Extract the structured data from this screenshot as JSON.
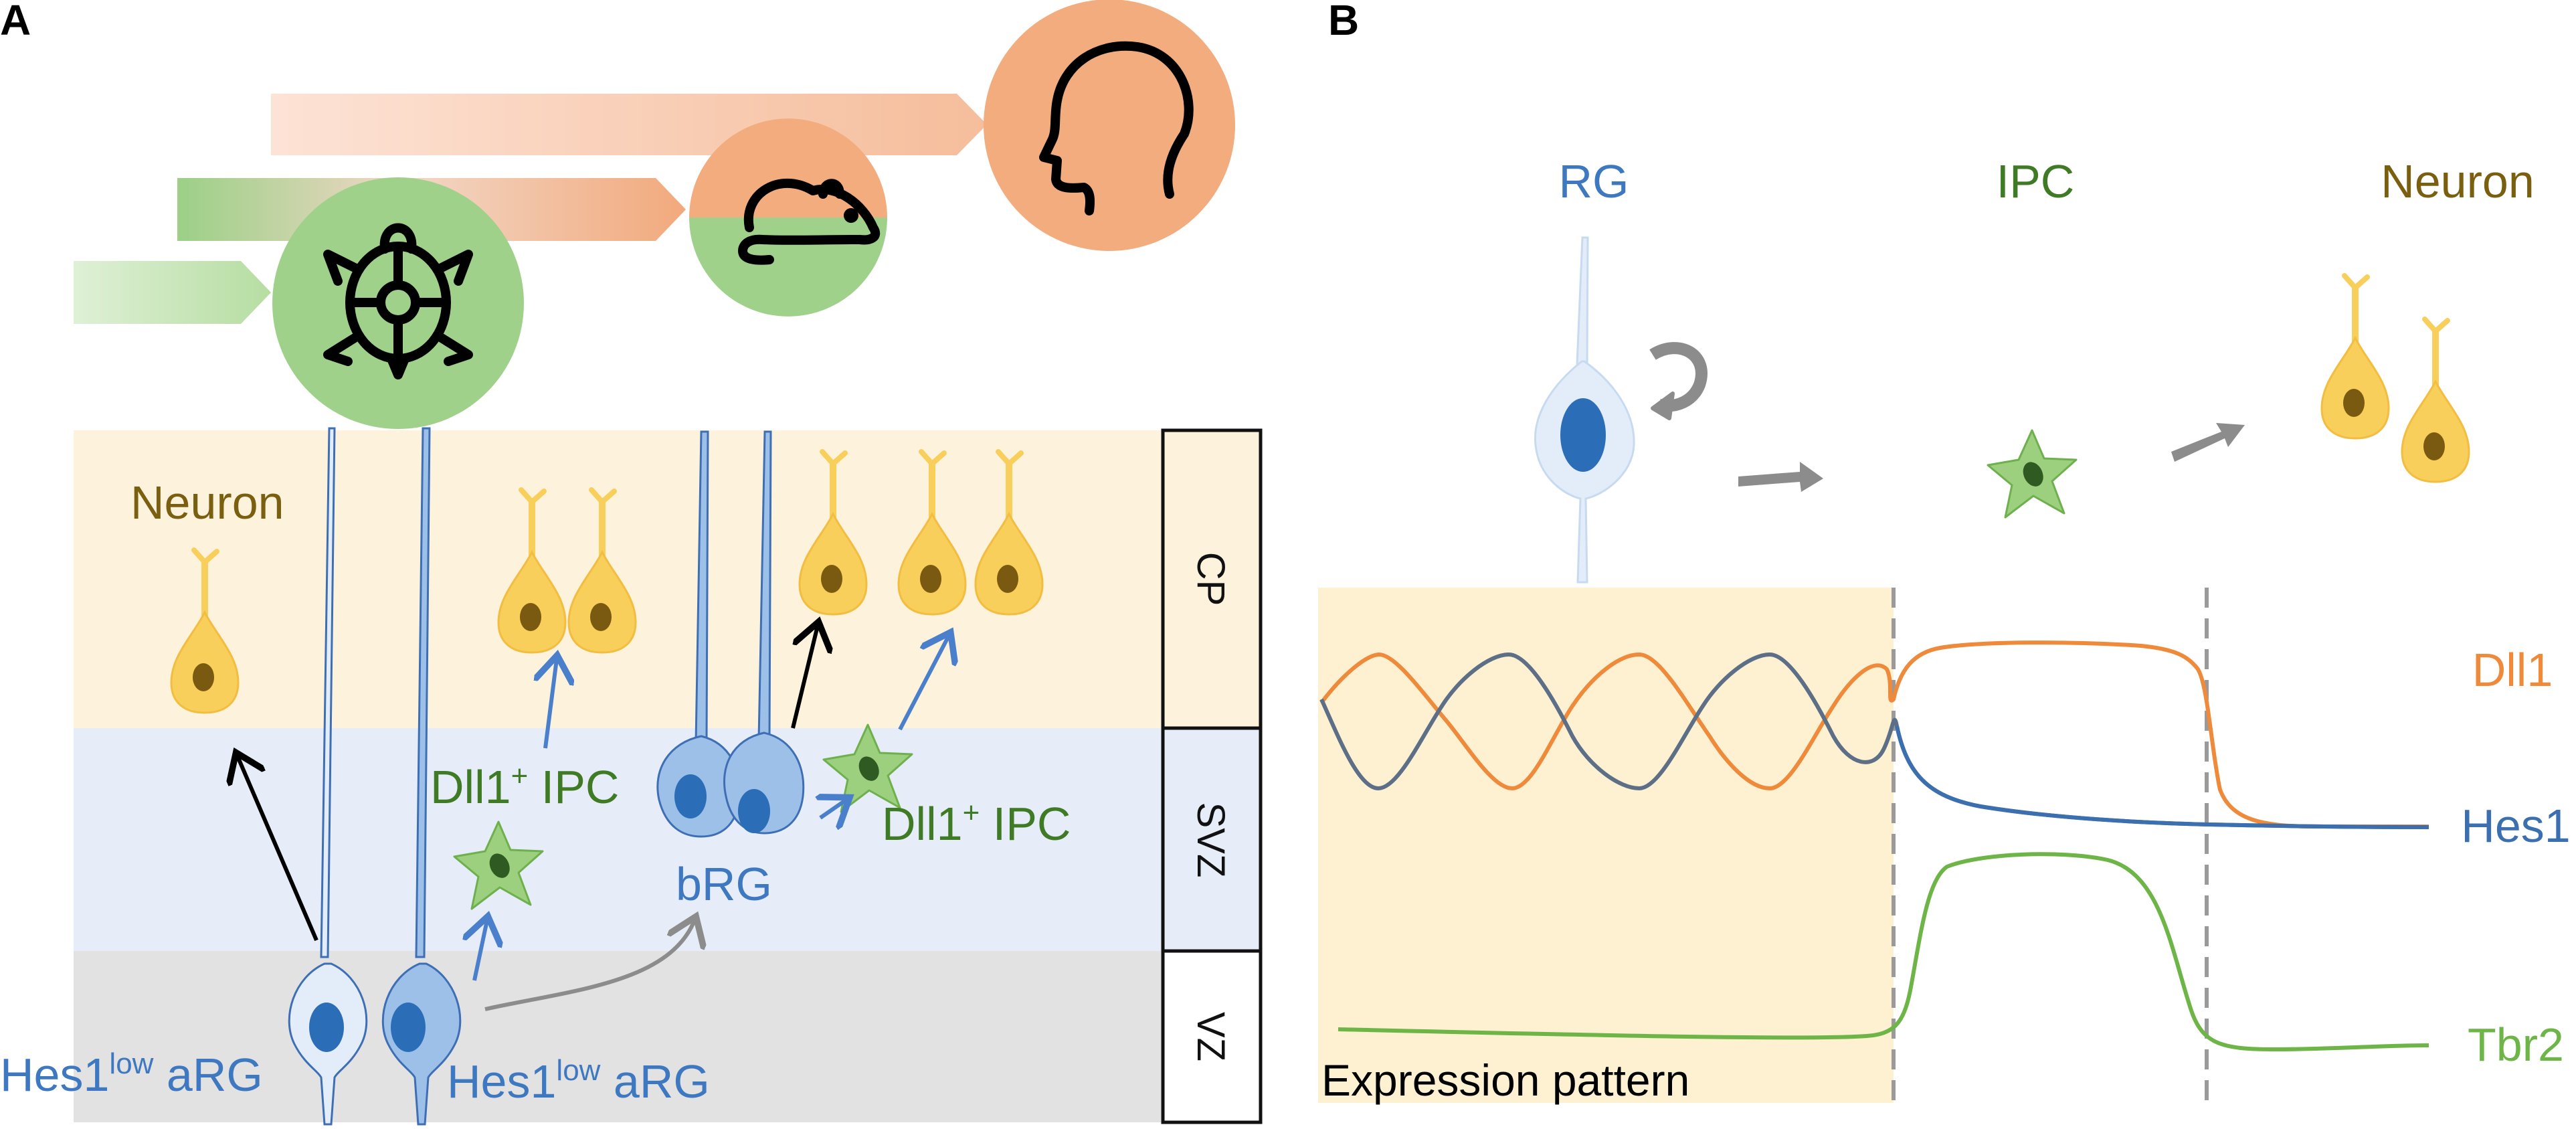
{
  "panels": {
    "a": {
      "letter": "A",
      "label_neuron": "Neuron",
      "ipc_label_1": {
        "main": "Dll1",
        "sup": "+",
        "rest": " IPC"
      },
      "ipc_label_2": {
        "main": "Dll1",
        "sup": "+",
        "rest": " IPC"
      },
      "brg_label": "bRG",
      "arg_label_1": {
        "main": "Hes1",
        "sup": "low",
        "rest": " aRG"
      },
      "arg_label_2": {
        "main": "Hes1",
        "sup": "low",
        "rest": " aRG"
      },
      "zones": [
        "CP",
        "SVZ",
        "VZ"
      ],
      "species_icons": [
        "turtle-icon",
        "mouse-icon",
        "human-head-icon"
      ]
    },
    "b": {
      "letter": "B",
      "stage_rg": "RG",
      "stage_ipc": "IPC",
      "stage_neuron": "Neuron",
      "expression_label": "Expression pattern",
      "genes": [
        {
          "name": "Dll1",
          "color": "#ef8a3a"
        },
        {
          "name": "Hes1",
          "color": "#3b6fb0"
        },
        {
          "name": "Tbr2",
          "color": "#6db547"
        }
      ]
    }
  },
  "colors": {
    "cp_band": "#fdf3dc",
    "svz_band": "#e6edf8",
    "vz_band": "#e2e2e2",
    "expression_bg": "#fdf1d2",
    "neuron_fill": "#f8cf5a",
    "neuron_nucleus": "#7a5a10",
    "rg_fill": "#9cc0e8",
    "rg_nucleus": "#2c6db8",
    "ipc_fill": "#9ccf7e",
    "ipc_nucleus": "#2f5a22",
    "circle_green": "#9fd18b",
    "circle_orange": "#f2ac7e",
    "hes1_wave": "#5c6f87"
  }
}
